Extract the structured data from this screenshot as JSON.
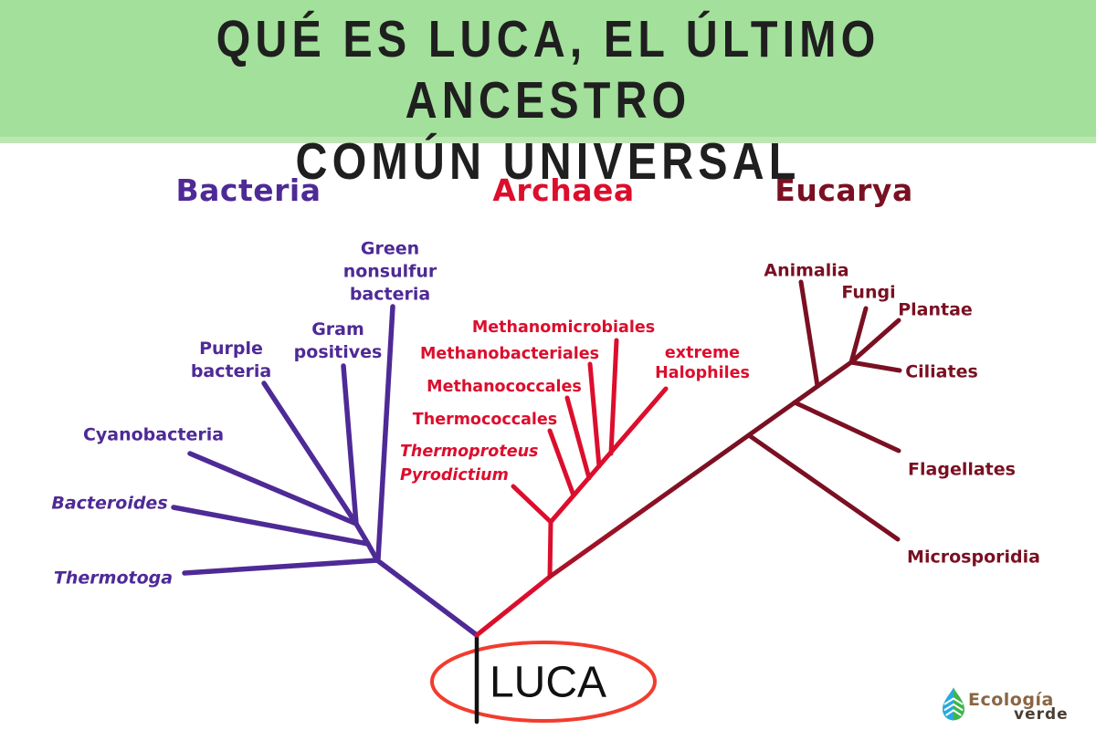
{
  "title": {
    "line1": "QUÉ ES LUCA, EL ÚLTIMO ANCESTRO",
    "line2": "COMÚN UNIVERSAL"
  },
  "tree": {
    "bacteria": {
      "header": "Bacteria",
      "taxa": {
        "green_nonsulfur": "Green\nnonsulfur\nbacteria",
        "gram_positives": "Gram\npositives",
        "purple_bacteria": "Purple\nbacteria",
        "cyanobacteria": "Cyanobacteria",
        "bacteroides": "Bacteroides",
        "thermotoga": "Thermotoga"
      }
    },
    "archaea": {
      "header": "Archaea",
      "taxa": {
        "methanomicrobiales": "Methanomicrobiales",
        "methanobacteriales": "Methanobacteriales",
        "methanococcales": "Methanococcales",
        "thermococcales": "Thermococcales",
        "thermoproteus_pyrodictium": "Thermoproteus\nPyrodictium",
        "extreme_halophiles": "extreme\nHalophiles"
      }
    },
    "eucarya": {
      "header": "Eucarya",
      "taxa": {
        "animalia": "Animalia",
        "fungi": "Fungi",
        "plantae": "Plantae",
        "ciliates": "Ciliates",
        "flagellates": "Flagellates",
        "microsporidia": "Microsporidia"
      }
    },
    "root": {
      "label": "LUCA"
    }
  },
  "logo": {
    "word1": "Ecología",
    "word2": "verde"
  },
  "colors": {
    "banner_green": "#a3e09b",
    "banner_strip": "#bce7b3",
    "title_color": "#1f1f1f",
    "bacteria_purple": "#4e2a96",
    "archaea_red": "#dc0e2d",
    "eucarya_maroon": "#7a1022",
    "trunk_blend": "#b0122a",
    "luca_ellipse_red": "#f23c2e",
    "root_line_black": "#111111",
    "logo_brown": "#8a6644",
    "logo_dark": "#4a3e33",
    "logo_leaf_blue": "#2aa9e0",
    "logo_leaf_green": "#3db54b"
  }
}
